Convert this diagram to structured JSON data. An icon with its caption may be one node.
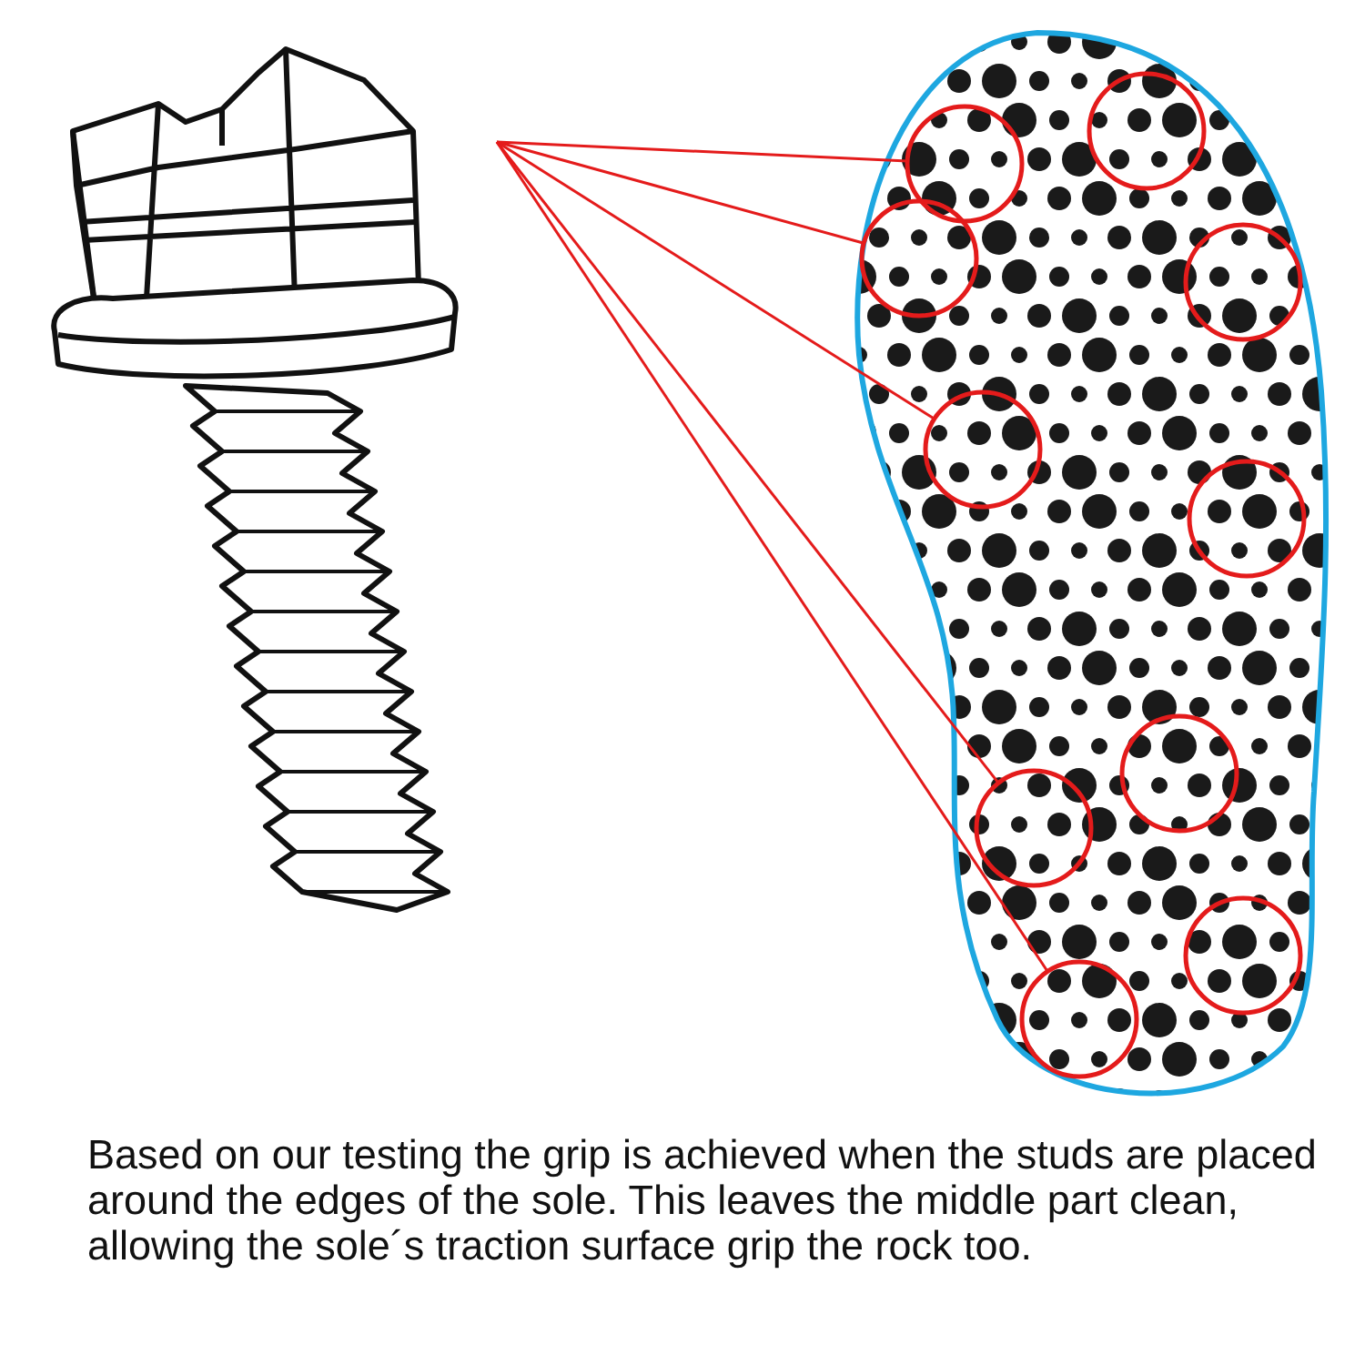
{
  "diagram": {
    "caption": "Based on our testing the grip is achieved when the studs are placed around the edges of the sole. This leaves the middle part clean, allowing the sole´s traction surface grip the rock too.",
    "nodes": [
      {
        "text": [],
        "shape": "picture"
      },
      {
        "text": [],
        "shape": "circle",
        "in": 0
      },
      {
        "text": [],
        "shape": "circle",
        "in": 0
      },
      {
        "text": [],
        "shape": "circle",
        "in": 0
      },
      {
        "text": [],
        "shape": "circle",
        "in": 0
      },
      {
        "text": [],
        "shape": "circle",
        "in": 0
      },
      {
        "text": [],
        "shape": "circle",
        "in": 0
      },
      {
        "text": [],
        "shape": "circle",
        "in": 0
      },
      {
        "text": [],
        "shape": "circle",
        "in": 0
      },
      {
        "text": [],
        "shape": "circle",
        "in": 0
      },
      {
        "text": [],
        "shape": "circle",
        "in": 0
      }
    ],
    "edges": [
      {
        "from": null,
        "to": 2,
        "arrow": "none"
      },
      {
        "from": null,
        "to": 3,
        "arrow": "none"
      },
      {
        "from": null,
        "to": 5,
        "arrow": "none"
      },
      {
        "from": null,
        "to": 8,
        "arrow": "none"
      },
      {
        "from": null,
        "to": 10,
        "arrow": "none"
      }
    ]
  }
}
